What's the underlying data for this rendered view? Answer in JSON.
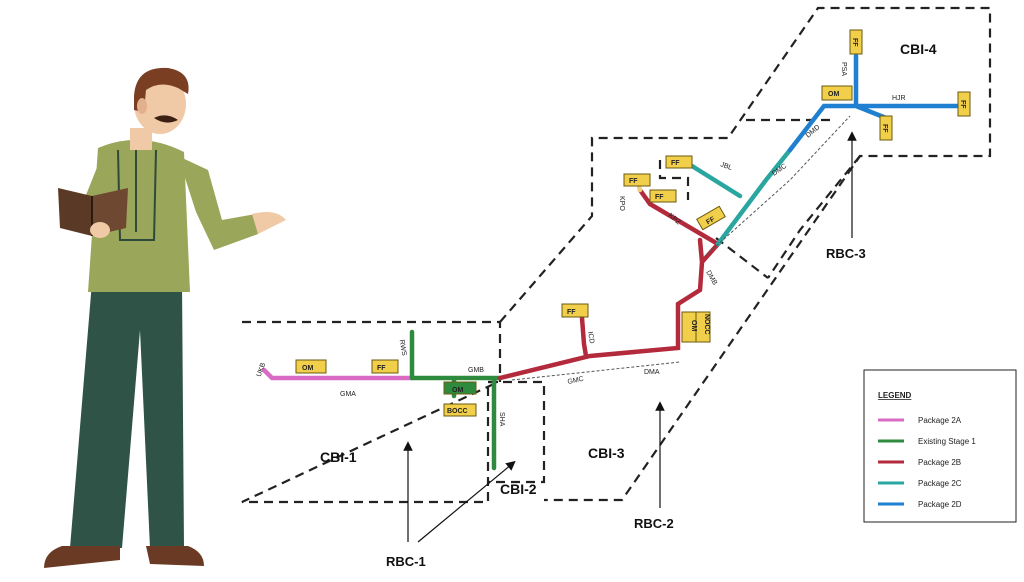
{
  "zones": {
    "cbi1": "CBI-1",
    "cbi2": "CBI-2",
    "cbi3": "CBI-3",
    "cbi4": "CBI-4"
  },
  "rbc": {
    "rbc1": "RBC-1",
    "rbc2": "RBC-2",
    "rbc3": "RBC-3"
  },
  "stations": {
    "ukb": "UKB",
    "gma": "GMA",
    "rws": "RWS",
    "gmb": "GMB",
    "sha": "SHA",
    "gmc": "GMC",
    "dma": "DMA",
    "icd": "ICD",
    "dmb": "DMB",
    "kpz": "KPZ",
    "kpo": "KPO",
    "jbl": "JBL",
    "dmc": "DMC",
    "dmd": "DMD",
    "psa": "PSA",
    "hjr": "HJR"
  },
  "boxes": {
    "om": "OM",
    "ff": "FF",
    "bocc": "BOCC",
    "nocc": "NOCC"
  },
  "legend": {
    "title": "LEGEND",
    "items": [
      {
        "label": "Package 2A",
        "color": "#d96bc4"
      },
      {
        "label": "Existing Stage 1",
        "color": "#2e8b3e"
      },
      {
        "label": "Package 2B",
        "color": "#b32a3c"
      },
      {
        "label": "Package 2C",
        "color": "#2aa6a0"
      },
      {
        "label": "Package 2D",
        "color": "#1f7fd0"
      }
    ]
  },
  "colors": {
    "box_fill": "#f2cf4a",
    "shirt": "#9aa65a",
    "trousers": "#2f5447",
    "book": "#5a3a26",
    "skin": "#f0c9a6",
    "hair": "#7a3e22"
  },
  "icons": [
    "man-presenting-illustration",
    "open-book-icon"
  ]
}
